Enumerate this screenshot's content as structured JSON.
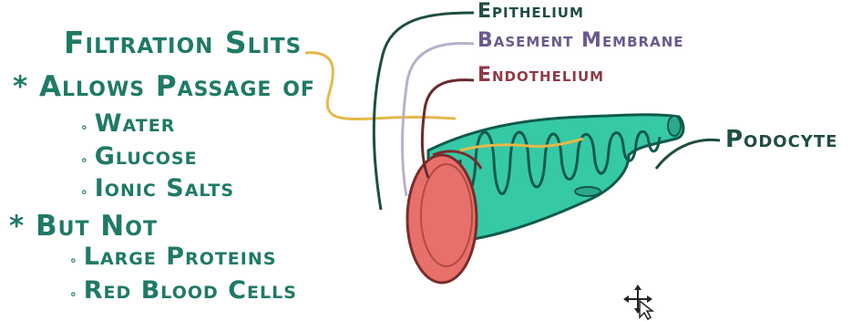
{
  "left_text": {
    "heading": "Filtration Slits",
    "allows_heading": "* Allows Passage of",
    "allows_items": [
      "Water",
      "Glucose",
      "Ionic Salts"
    ],
    "but_heading": "* But Not",
    "but_items": [
      "Large Proteins",
      "Red Blood Cells"
    ],
    "bullet": "∘"
  },
  "labels": {
    "epithelium": "Epithelium",
    "basement_membrane": "Basement Membrane",
    "endothelium": "Endothelium",
    "podocyte": "Podocyte"
  },
  "colors": {
    "teal_text": "#1f7a66",
    "purple_text": "#6a5a8e",
    "maroon_text": "#8e3b46",
    "podocyte_fill": "#36c9a6",
    "podocyte_stroke": "#0f5a4c",
    "endothelium_fill": "#e8706a",
    "slit_line": "#e7b84a"
  },
  "cursor_icon": "move-cursor-icon"
}
